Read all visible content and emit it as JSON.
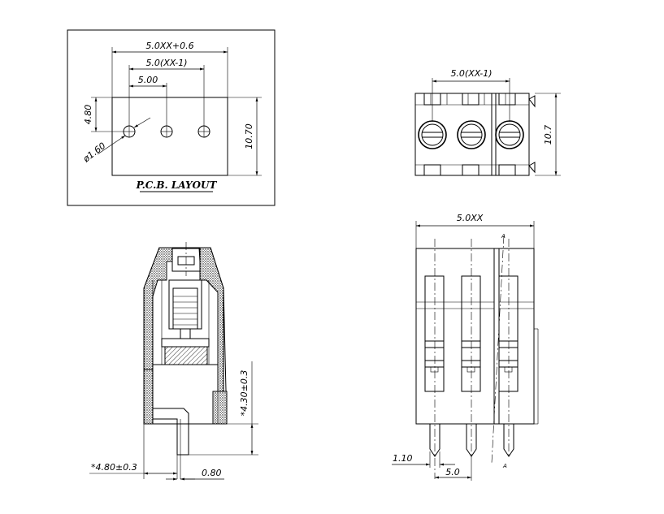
{
  "pcb_layout": {
    "title": "P.C.B. LAYOUT",
    "dim_overall": "5.0XX+0.6",
    "dim_span": "5.0(XX-1)",
    "dim_pitch": "5.00",
    "dim_row": "4.80",
    "dim_hole": "ø1.60",
    "dim_height": "10.70"
  },
  "top_view": {
    "dim_span": "5.0(XX-1)",
    "dim_height": "10.7"
  },
  "side_view": {
    "dim_pin_height": "*4.30±0.3",
    "dim_pin_offset": "*4.80±0.3",
    "dim_pin_thickness": "0.80"
  },
  "front_view": {
    "dim_width": "5.0XX",
    "dim_pin_width": "1.10",
    "dim_pitch": "5.0",
    "section_mark_top": "A",
    "section_mark_bottom": "A"
  }
}
